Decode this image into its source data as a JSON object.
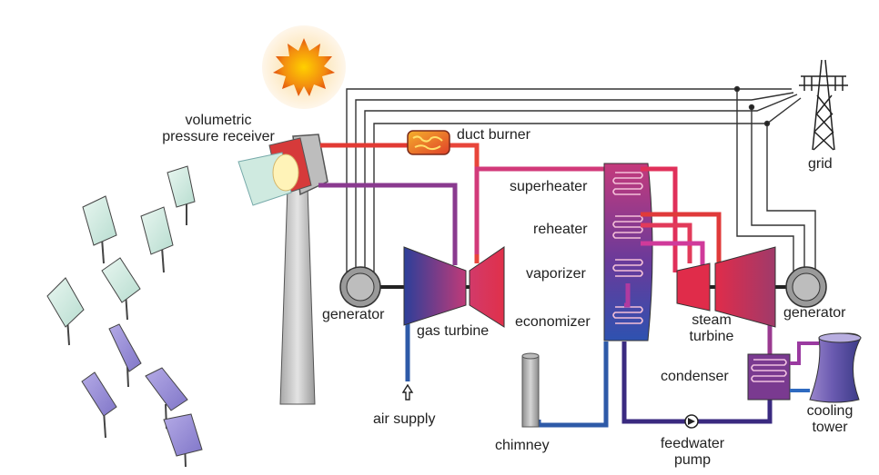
{
  "labels": {
    "volumetric_1": "volumetric",
    "volumetric_2": "pressure receiver",
    "duct_burner": "duct burner",
    "grid": "grid",
    "superheater": "superheater",
    "reheater": "reheater",
    "vaporizer": "vaporizer",
    "economizer": "economizer",
    "generator_left": "generator",
    "gas_turbine": "gas turbine",
    "steam_1": "steam",
    "steam_2": "turbine",
    "generator_right": "generator",
    "condenser": "condenser",
    "cooling_1": "cooling",
    "cooling_2": "tower",
    "air_supply": "air supply",
    "chimney": "chimney",
    "feedwater_1": "feedwater",
    "feedwater_2": "pump"
  },
  "colors": {
    "hot": "#e23a34",
    "medium": "#d23a7a",
    "warm_purple": "#8a3a8f",
    "cool_blue": "#2e5aa8",
    "dark_purple": "#3a2a80",
    "grid_line": "#333333",
    "sun": "#f07a10",
    "mirror_green": "#cfe9df",
    "mirror_purple": "#9a90d8"
  },
  "icons": [
    "sun-icon",
    "heliostat-icon",
    "transmission-tower-icon",
    "pump-icon",
    "cooling-tower-icon"
  ]
}
